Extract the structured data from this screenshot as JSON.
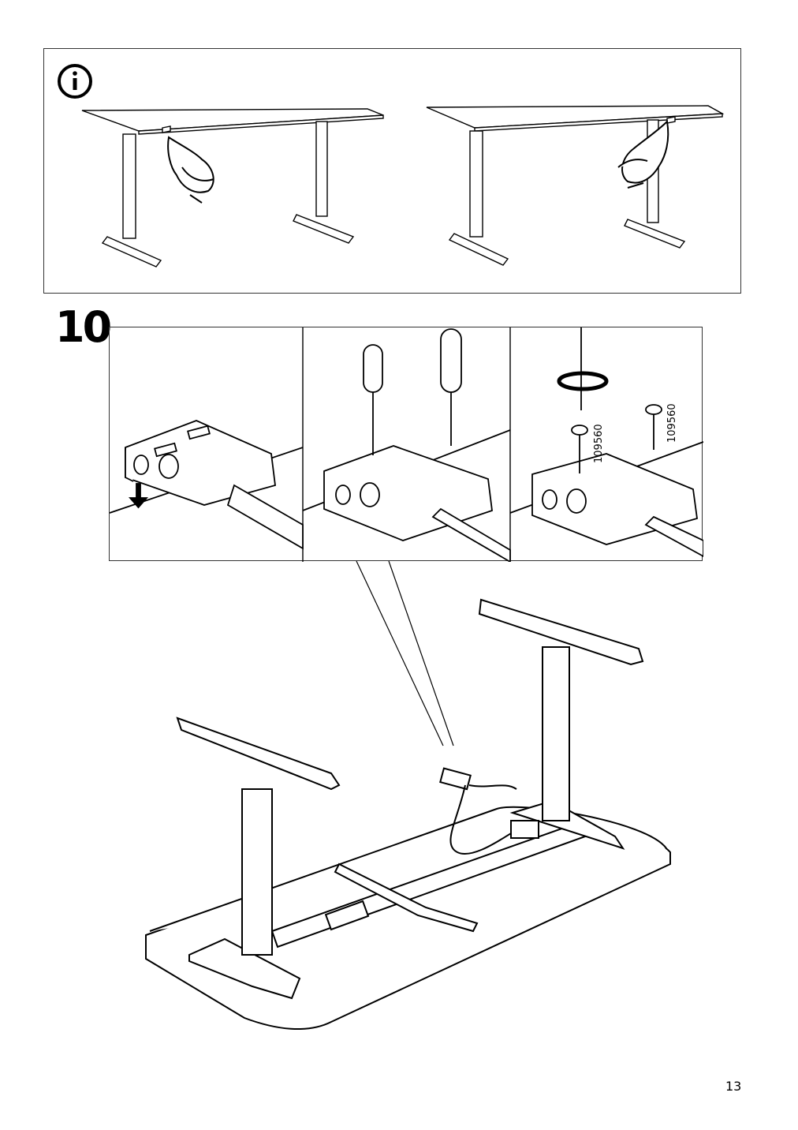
{
  "info_panel": {
    "icon": "info-icon"
  },
  "step": {
    "number": "10",
    "screw_labels": [
      "109560",
      "109560"
    ]
  },
  "page": {
    "number": "13"
  }
}
